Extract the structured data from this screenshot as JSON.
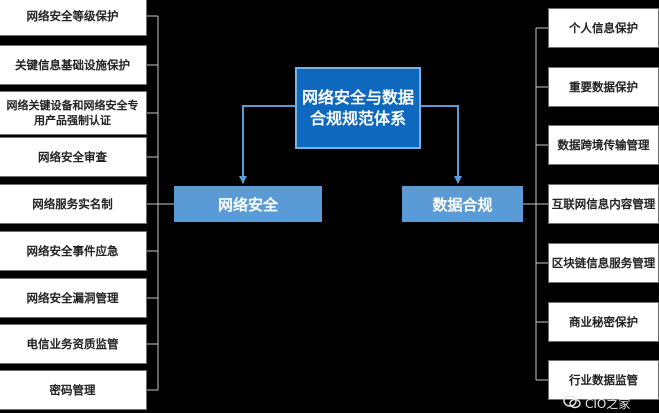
{
  "center": {
    "line1": "网络安全与数据",
    "line2": "合规规范体系"
  },
  "branches": {
    "left": "网络安全",
    "right": "数据合规"
  },
  "left_items": [
    {
      "line1": "网络安全等级保护"
    },
    {
      "line1": "关键信息基础设施保护"
    },
    {
      "line1": "网络关键设备和网络安全专",
      "line2": "用产品强制认证"
    },
    {
      "line1": "网络安全审查"
    },
    {
      "line1": "网络服务实名制"
    },
    {
      "line1": "网络安全事件应急"
    },
    {
      "line1": "网络安全漏洞管理"
    },
    {
      "line1": "电信业务资质监管"
    },
    {
      "line1": "密码管理"
    }
  ],
  "right_items": [
    {
      "line1": "个人信息保护"
    },
    {
      "line1": "重要数据保护"
    },
    {
      "line1": "数据跨境传输管理"
    },
    {
      "line1": "互联网信息内容管理"
    },
    {
      "line1": "区块链信息服务管理"
    },
    {
      "line1": "商业秘密保护"
    },
    {
      "line1": "行业数据监管"
    }
  ],
  "watermark": {
    "text": "CIO之家"
  },
  "colors": {
    "center": "#0e68bd",
    "branch": "#5b9bd5",
    "arrow": "#5b9bd5",
    "connector": "#c8c8c8"
  }
}
